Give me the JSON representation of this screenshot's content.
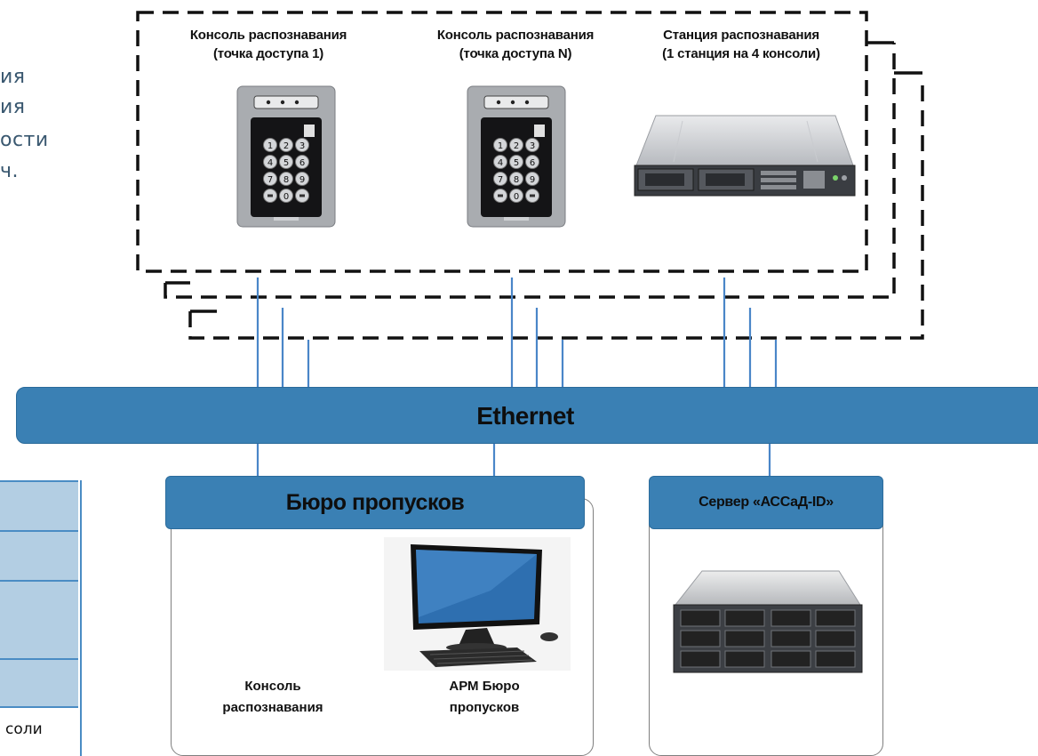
{
  "left_fragment": {
    "lines": [
      "ия",
      "ия",
      "ости",
      "ч."
    ],
    "table_last_cell": "соли"
  },
  "top_titles": [
    {
      "line1": "Консоль распознавания",
      "line2": "(точка доступа 1)"
    },
    {
      "line1": "Консоль распознавания",
      "line2": "(точка доступа N)"
    },
    {
      "line1": "Станция распознавания",
      "line2": "(1 станция на 4 консоли)"
    }
  ],
  "keypad": {
    "keys": [
      "1",
      "2",
      "3",
      "4",
      "5",
      "6",
      "7",
      "8",
      "9",
      "",
      "0",
      ""
    ]
  },
  "ethernet": {
    "label": "Ethernet"
  },
  "bureau": {
    "title": "Бюро пропусков",
    "console_caption_1": "Консоль",
    "console_caption_2": "распознавания",
    "arm_caption_1": "АРМ Бюро",
    "arm_caption_2": "пропусков"
  },
  "server": {
    "title": "Сервер «АССаД-ID»"
  },
  "colors": {
    "accent": "#3a80b4",
    "line": "#4a86c8",
    "dash": "#111111"
  }
}
